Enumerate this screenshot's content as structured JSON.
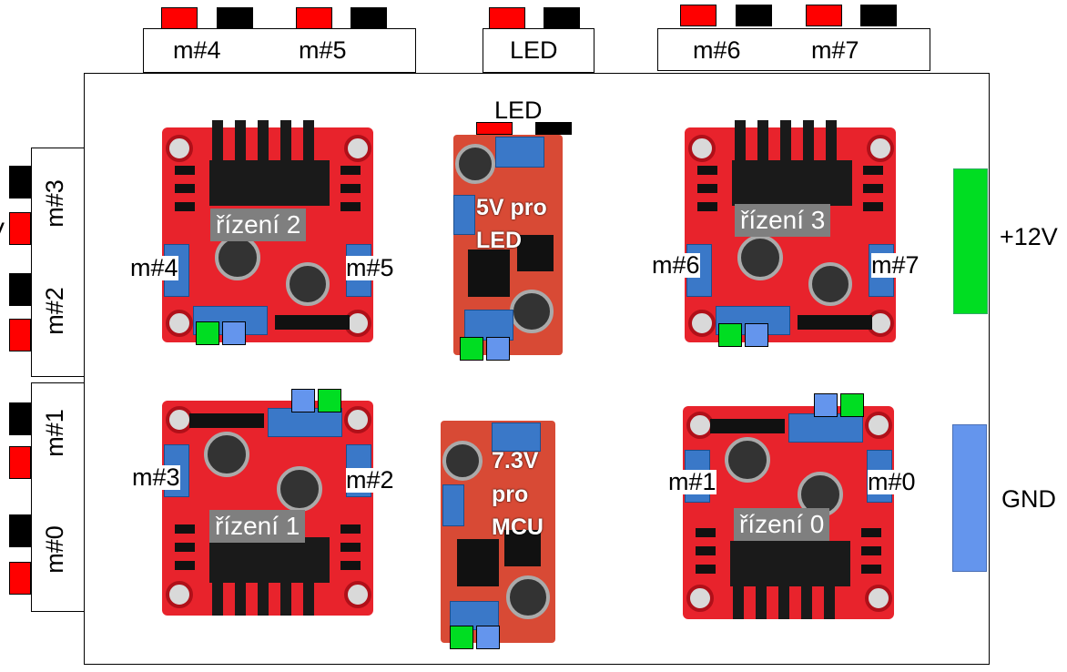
{
  "top_connectors": [
    {
      "labels": [
        "m#4",
        "m#5"
      ]
    },
    {
      "labels": [
        "LED"
      ]
    },
    {
      "labels": [
        "m#6",
        "m#7"
      ]
    }
  ],
  "left_connectors": [
    {
      "labels": [
        "m#3",
        "m#2"
      ]
    },
    {
      "labels": [
        "m#1",
        "m#0"
      ]
    }
  ],
  "left_edge_fragment": "V",
  "drivers": [
    {
      "title": "řízení 2",
      "left_motor": "m#4",
      "right_motor": "m#5"
    },
    {
      "title": "řízení 3",
      "left_motor": "m#6",
      "right_motor": "m#7"
    },
    {
      "title": "řízení 1",
      "left_motor": "m#3",
      "right_motor": "m#2"
    },
    {
      "title": "řízení 0",
      "left_motor": "m#1",
      "right_motor": "m#0"
    }
  ],
  "converters": [
    {
      "top_label": "LED",
      "overlay": [
        "5V pro",
        "LED"
      ]
    },
    {
      "overlay": [
        "7.3V",
        "pro",
        "MCU"
      ]
    }
  ],
  "power_bars": [
    {
      "label": "+12V",
      "color": "#00dd22"
    },
    {
      "label": "GND",
      "color": "#6495ed"
    }
  ],
  "colors": {
    "positive": "#ff0000",
    "negative": "#000000",
    "board": "#e8232c",
    "label_bg": "#7f7f7f",
    "plus12": "#00dd22",
    "gnd": "#6495ed"
  }
}
